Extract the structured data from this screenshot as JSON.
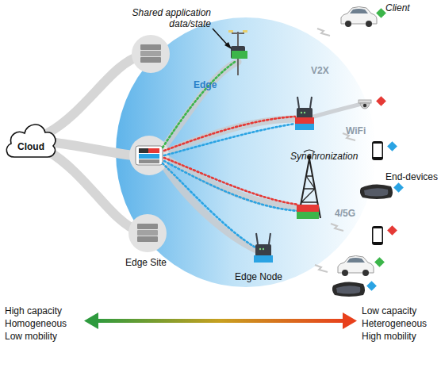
{
  "diagram": {
    "nodes": [
      {
        "text": [
          "Cloud"
        ]
      },
      {
        "text": [
          "Edge"
        ]
      }
    ],
    "labels": [
      "Client",
      "Shared application data/state",
      "V2X",
      "Synchronization",
      "WiFi",
      "End-devices",
      "4/5G",
      "Edge Site",
      "Edge Node",
      "High capacity",
      "Homogeneous",
      "Low mobility",
      "Low capacity",
      "Heterogeneous",
      "High mobility"
    ]
  }
}
